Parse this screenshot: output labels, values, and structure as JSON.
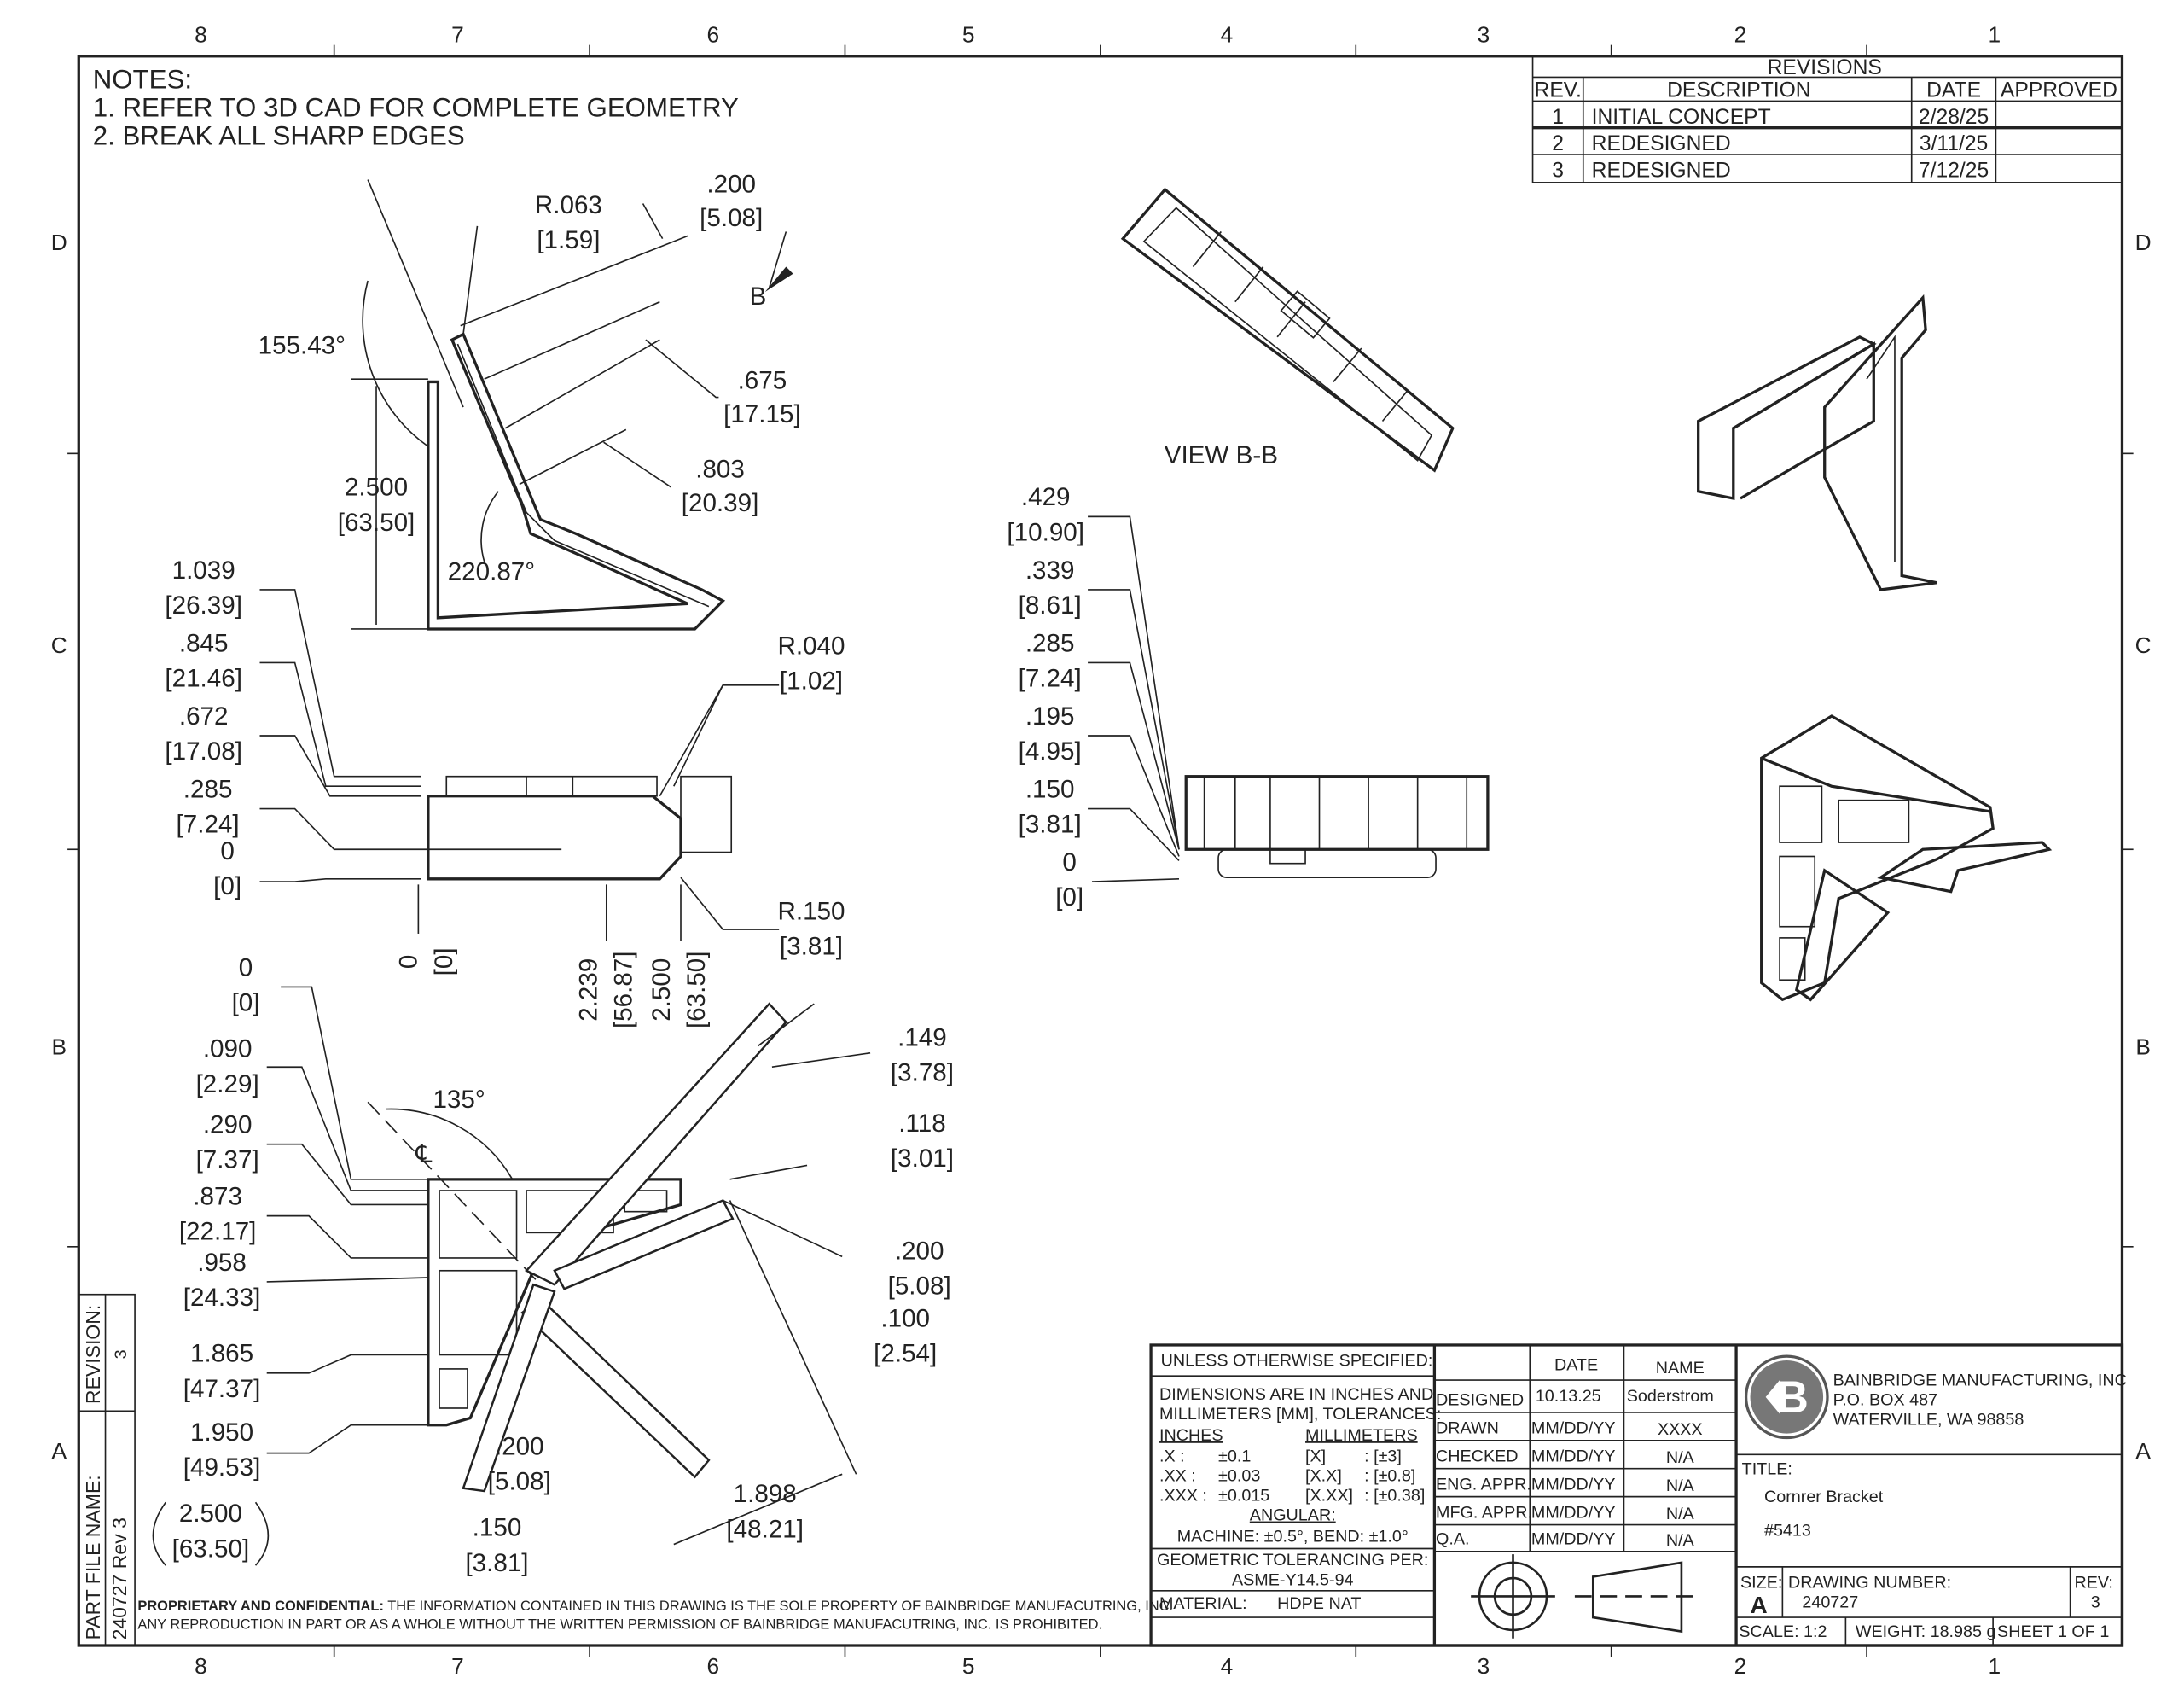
{
  "zones": {
    "cols": [
      "8",
      "7",
      "6",
      "5",
      "4",
      "3",
      "2",
      "1"
    ],
    "rows": [
      "D",
      "C",
      "B",
      "A"
    ]
  },
  "notes": {
    "heading": "NOTES:",
    "lines": [
      "1.  REFER TO 3D CAD FOR COMPLETE GEOMETRY",
      "2.  BREAK ALL SHARP EDGES"
    ]
  },
  "revisions": {
    "title": "REVISIONS",
    "headers": [
      "REV.",
      "DESCRIPTION",
      "DATE",
      "APPROVED"
    ],
    "rows": [
      {
        "rev": "1",
        "description": "INITIAL CONCEPT",
        "date": "2/28/25",
        "approved": ""
      },
      {
        "rev": "2",
        "description": "REDESIGNED",
        "date": "3/11/25",
        "approved": ""
      },
      {
        "rev": "3",
        "description": "REDESIGNED",
        "date": "7/12/25",
        "approved": ""
      }
    ]
  },
  "top_view": {
    "r063": "R.063",
    "r063_mm": "[1.59]",
    "d200": ".200",
    "d200_mm": "[5.08]",
    "section_label": "B",
    "angle1": "155.43°",
    "d675": ".675",
    "d675_mm": "[17.15]",
    "d2500": "2.500",
    "d2500_mm": "[63.50]",
    "d803": ".803",
    "d803_mm": "[20.39]",
    "angle2": "220.87°"
  },
  "side_view": {
    "left_dims": [
      {
        "in": "1.039",
        "mm": "[26.39]"
      },
      {
        "in": ".845",
        "mm": "[21.46]"
      },
      {
        "in": ".672",
        "mm": "[17.08]"
      },
      {
        "in": ".285",
        "mm": "[7.24]"
      },
      {
        "in": "0",
        "mm": "[0]"
      }
    ],
    "r040": "R.040",
    "r040_mm": "[1.02]",
    "r150": "R.150",
    "r150_mm": "[3.81]",
    "bottom_dims": [
      {
        "in": "0",
        "mm": "[0]"
      },
      {
        "in": "2.239",
        "mm": "[56.87]"
      },
      {
        "in": "2.500",
        "mm": "[63.50]"
      }
    ]
  },
  "bottom_view": {
    "left_dims": [
      {
        "in": "0",
        "mm": "[0]"
      },
      {
        "in": ".090",
        "mm": "[2.29]"
      },
      {
        "in": ".290",
        "mm": "[7.37]"
      },
      {
        "in": ".873",
        "mm": "[22.17]"
      },
      {
        "in": ".958",
        "mm": "[24.33]"
      },
      {
        "in": "1.865",
        "mm": "[47.37]"
      },
      {
        "in": "1.950",
        "mm": "[49.53]"
      },
      {
        "in": "2.500",
        "mm": "[63.50]"
      }
    ],
    "angle": "135°",
    "centerline": "℄",
    "right_dims": [
      {
        "in": ".149",
        "mm": "[3.78]"
      },
      {
        "in": ".118",
        "mm": "[3.01]"
      },
      {
        "in": ".200",
        "mm": "[5.08]"
      },
      {
        "in": ".100",
        "mm": "[2.54]"
      }
    ],
    "low_dims": [
      {
        "in": ".200",
        "mm": "[5.08]"
      },
      {
        "in": ".150",
        "mm": "[3.81]"
      },
      {
        "in": "1.898",
        "mm": "[48.21]"
      }
    ]
  },
  "view_bb": {
    "label": "VIEW B-B",
    "dims": [
      {
        "in": ".429",
        "mm": "[10.90]"
      },
      {
        "in": ".339",
        "mm": "[8.61]"
      },
      {
        "in": ".285",
        "mm": "[7.24]"
      },
      {
        "in": ".195",
        "mm": "[4.95]"
      },
      {
        "in": ".150",
        "mm": "[3.81]"
      },
      {
        "in": "0",
        "mm": "[0]"
      }
    ]
  },
  "part_file": {
    "revision_label": "REVISION:",
    "revision": "3",
    "file_label": "PART FILE NAME:",
    "file": "240727 Rev 3"
  },
  "proprietary": {
    "bold": "PROPRIETARY AND CONFIDENTIAL:",
    "line1": " THE INFORMATION CONTAINED IN THIS DRAWING IS THE SOLE PROPERTY OF BAINBRIDGE MANUFACUTRING, INC.",
    "line2": "ANY REPRODUCTION IN PART OR AS A WHOLE WITHOUT THE WRITTEN PERMISSION OF BAINBRIDGE MANUFACUTRING, INC. IS PROHIBITED."
  },
  "title_block": {
    "unless": "UNLESS OTHERWISE SPECIFIED:",
    "dims_line1": "DIMENSIONS ARE IN INCHES AND",
    "dims_line2": "MILLIMETERS [MM], TOLERANCES:",
    "inches": "INCHES",
    "millimeters": "MILLIMETERS",
    "tolerances": [
      {
        "k": ".X :",
        "v": "±0.1",
        "mk": "[X]",
        "mv": ": [±3]"
      },
      {
        "k": ".XX :",
        "v": "±0.03",
        "mk": "[X.X]",
        "mv": ": [±0.8]"
      },
      {
        "k": ".XXX :",
        "v": "±0.015",
        "mk": "[X.XX]",
        "mv": ": [±0.38]"
      }
    ],
    "angular": "ANGULAR:",
    "angular_values": "MACHINE: ±0.5°, BEND: ±1.0°",
    "geo_label": "GEOMETRIC TOLERANCING PER:",
    "geo_value": "ASME-Y14.5-94",
    "material_label": "MATERIAL:",
    "material": "HDPE NAT",
    "date_header": "DATE",
    "name_header": "NAME",
    "approvals": [
      {
        "role": "DESIGNED",
        "date": "10.13.25",
        "name": "Soderstrom"
      },
      {
        "role": "DRAWN",
        "date": "MM/DD/YY",
        "name": "XXXX"
      },
      {
        "role": "CHECKED",
        "date": "MM/DD/YY",
        "name": "N/A"
      },
      {
        "role": "ENG. APPR.",
        "date": "MM/DD/YY",
        "name": "N/A"
      },
      {
        "role": "MFG. APPR.",
        "date": "MM/DD/YY",
        "name": "N/A"
      },
      {
        "role": "Q.A.",
        "date": "MM/DD/YY",
        "name": "N/A"
      }
    ],
    "company": "BAINBRIDGE MANUFACTURING, INC",
    "address1": "P.O. BOX 487",
    "address2": "WATERVILLE, WA 98858",
    "logo_text": "B",
    "title_label": "TITLE:",
    "title": "Cornrer Bracket",
    "part_number": "#5413",
    "size_label": "SIZE:",
    "size": "A",
    "drawing_number_label": "DRAWING NUMBER:",
    "drawing_number": "240727",
    "rev_label": "REV:",
    "rev": "3",
    "scale": "SCALE: 1:2",
    "weight": "WEIGHT: 18.985 g",
    "sheet": "SHEET 1 OF 1"
  },
  "colors": {
    "ink": "#222222",
    "paper": "#ffffff",
    "logo": "#777777"
  }
}
